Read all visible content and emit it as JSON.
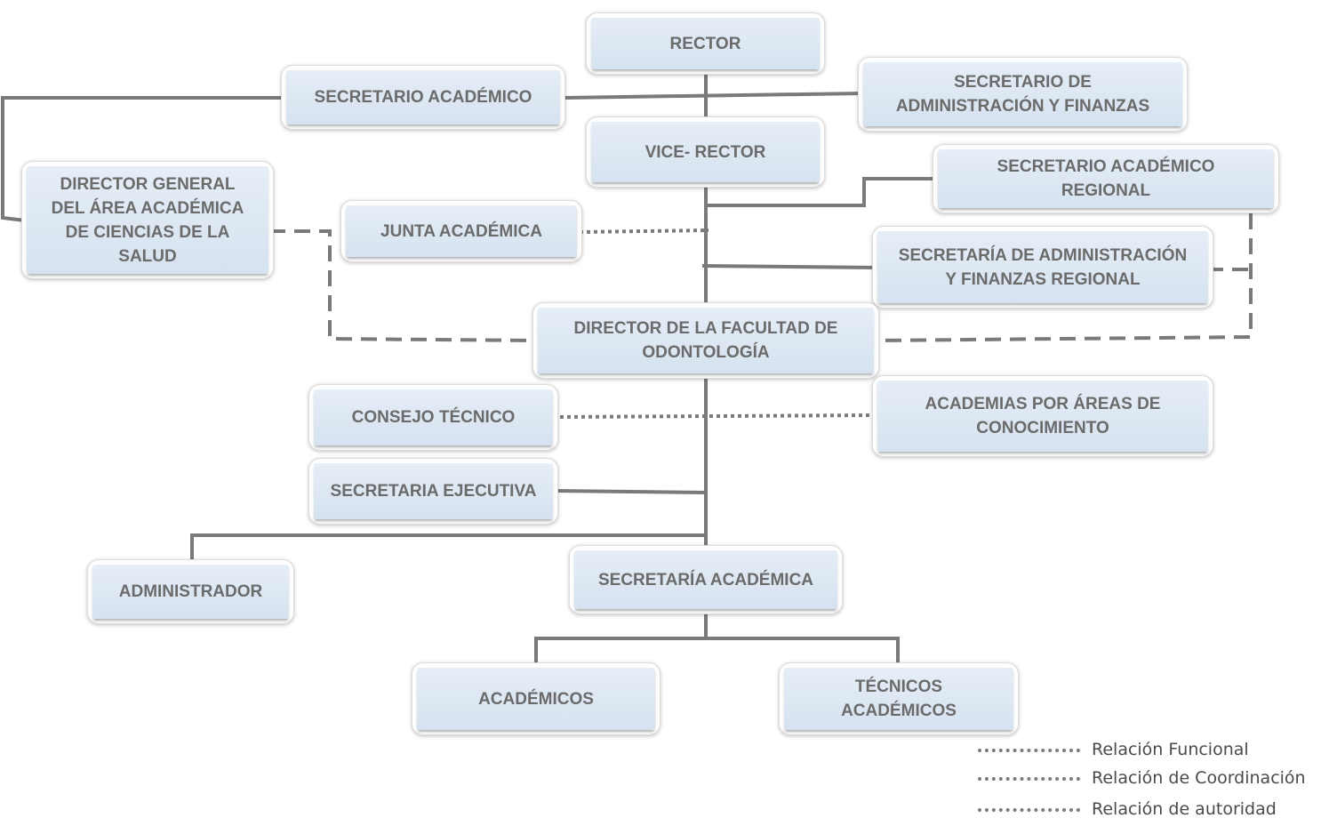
{
  "colors": {
    "line": "#7a7a7a",
    "box_fill": "#dbe5f1",
    "text": "#6b6b6b"
  },
  "org_chart": {
    "rector": "RECTOR",
    "secretario_academico": "SECRETARIO ACADÉMICO",
    "secretario_admin": [
      "SECRETARIO DE",
      "ADMINISTRACIÓN Y FINANZAS"
    ],
    "vice_rector": "VICE- RECTOR",
    "secretario_academico_regional": [
      "SECRETARIO ACADÉMICO",
      "REGIONAL"
    ],
    "director_general": [
      "DIRECTOR GENERAL",
      "DEL ÁREA ACADÉMICA",
      "DE CIENCIAS DE LA",
      "SALUD"
    ],
    "junta_academica": "JUNTA ACADÉMICA",
    "secretaria_admin_regional": [
      "SECRETARÍA DE ADMINISTRACIÓN",
      "Y FINANZAS REGIONAL"
    ],
    "director_facultad": [
      "DIRECTOR DE LA FACULTAD DE",
      "ODONTOLOGÍA"
    ],
    "consejo_tecnico": "CONSEJO TÉCNICO",
    "academias": [
      "ACADEMIAS POR ÁREAS DE",
      "CONOCIMIENTO"
    ],
    "secretaria_ejecutiva": "SECRETARIA EJECUTIVA",
    "administrador": "ADMINISTRADOR",
    "secretaria_academica": "SECRETARÍA ACADÉMICA",
    "academicos": "ACADÉMICOS",
    "tecnicos_academicos": [
      "TÉCNICOS",
      "ACADÉMICOS"
    ]
  },
  "legend": {
    "funcional": "Relación Funcional",
    "coordinacion": "Relación de Coordinación",
    "autoridad": "Relación de autoridad"
  }
}
